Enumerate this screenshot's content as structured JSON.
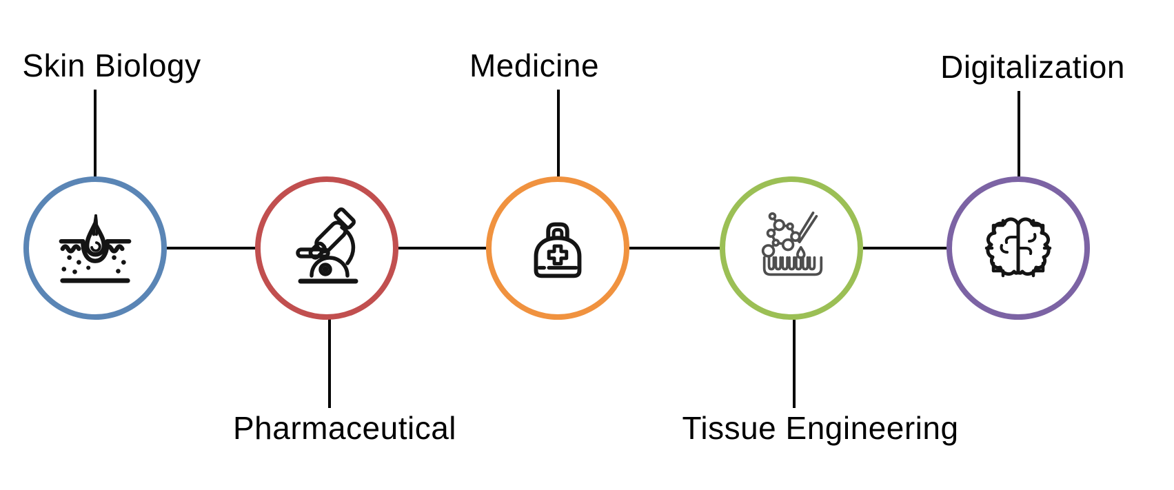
{
  "diagram": {
    "background_color": "#ffffff",
    "connector_color": "#000000",
    "icon_color": "#141414",
    "tissue_icon_color": "#4e4e4e",
    "nodes": [
      {
        "label": "Skin Biology",
        "label_position": "top",
        "ring_color": "#5a85b5",
        "icon": "skin-follicle-icon"
      },
      {
        "label": "Pharmaceutical",
        "label_position": "bottom",
        "ring_color": "#c14f4f",
        "icon": "microscope-icon"
      },
      {
        "label": "Medicine",
        "label_position": "top",
        "ring_color": "#f0923f",
        "icon": "first-aid-bag-icon"
      },
      {
        "label": "Tissue Engineering",
        "label_position": "bottom",
        "ring_color": "#9bbf55",
        "icon": "molecule-pipette-wells-icon"
      },
      {
        "label": "Digitalization",
        "label_position": "top",
        "ring_color": "#7c63a4",
        "icon": "ai-brain-icon"
      }
    ]
  }
}
